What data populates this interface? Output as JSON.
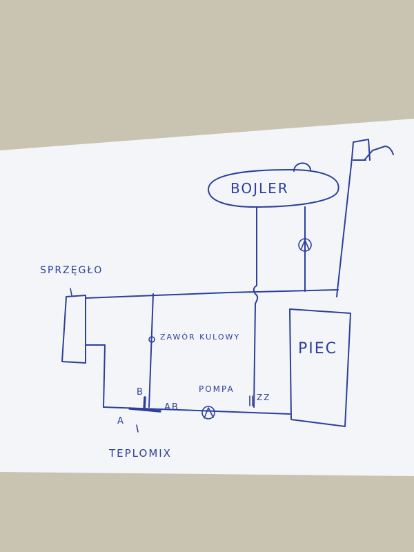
{
  "labels": {
    "bojler": "BOJLER",
    "sprzeglo": "SPRZĘGŁO",
    "zawor": "ZAWÓR KULOWY",
    "piec": "PIEC",
    "pompa": "POMPA",
    "b": "B",
    "ab": "AB",
    "a": "A",
    "teplomix": "TEPLOMIX",
    "zz": "ZZ"
  },
  "colors": {
    "ink": "#2c3f9a",
    "paper": "#f4f5f8",
    "background": "#c9c3b2"
  }
}
